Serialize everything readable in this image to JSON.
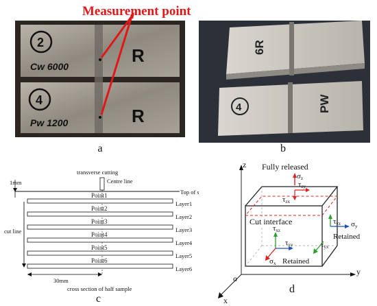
{
  "panel_a": {
    "title": "Measurement point",
    "caption": "a",
    "specimen_marks": [
      "2",
      "4"
    ],
    "specimen_labels": [
      "Cw 6000",
      "Pw 1200"
    ],
    "side_letter": "R"
  },
  "panel_b": {
    "caption": "b",
    "marks": [
      "6R",
      "4",
      "PW"
    ]
  },
  "panel_c": {
    "caption": "c",
    "transverse_cutting": "transverse cutting",
    "centre_line": "Centre line",
    "thickness_label": "1mm",
    "top_label": "Top of substrate",
    "cut_line": "cut line",
    "points": [
      "Point1",
      "Point2",
      "Point3",
      "Point4",
      "Point5",
      "Point6"
    ],
    "layers": [
      "Layer1",
      "Layer2",
      "Layer3",
      "Layer4",
      "Layer5",
      "Layer6"
    ],
    "length_label": "30mm",
    "bottom_label": "cross section of half sample"
  },
  "panel_d": {
    "caption": "d",
    "fully_released": "Fully released",
    "cut_interface": "Cut interface",
    "retained_right": "Retained",
    "retained_bottom": "Retained",
    "axes": {
      "x": "x",
      "y": "y",
      "z": "z",
      "origin": "o"
    },
    "stress_labels": {
      "sz": "σ",
      "sz_sub": "z",
      "tzx": "τ",
      "tzx_sub": "zx",
      "tzy": "τ",
      "tzy_sub": "zy",
      "tyz": "τ",
      "tyz_sub": "yz",
      "sy": "σ",
      "sy_sub": "y",
      "txz": "τ",
      "txz_sub": "xz",
      "txy": "τ",
      "txy_sub": "xy",
      "tyx": "τ",
      "tyx_sub": "yx",
      "sx": "σ",
      "sx_sub": "x"
    },
    "colors": {
      "red": "#e02020",
      "green": "#2aa02a",
      "blue": "#2050c0",
      "box": "#222222"
    }
  }
}
